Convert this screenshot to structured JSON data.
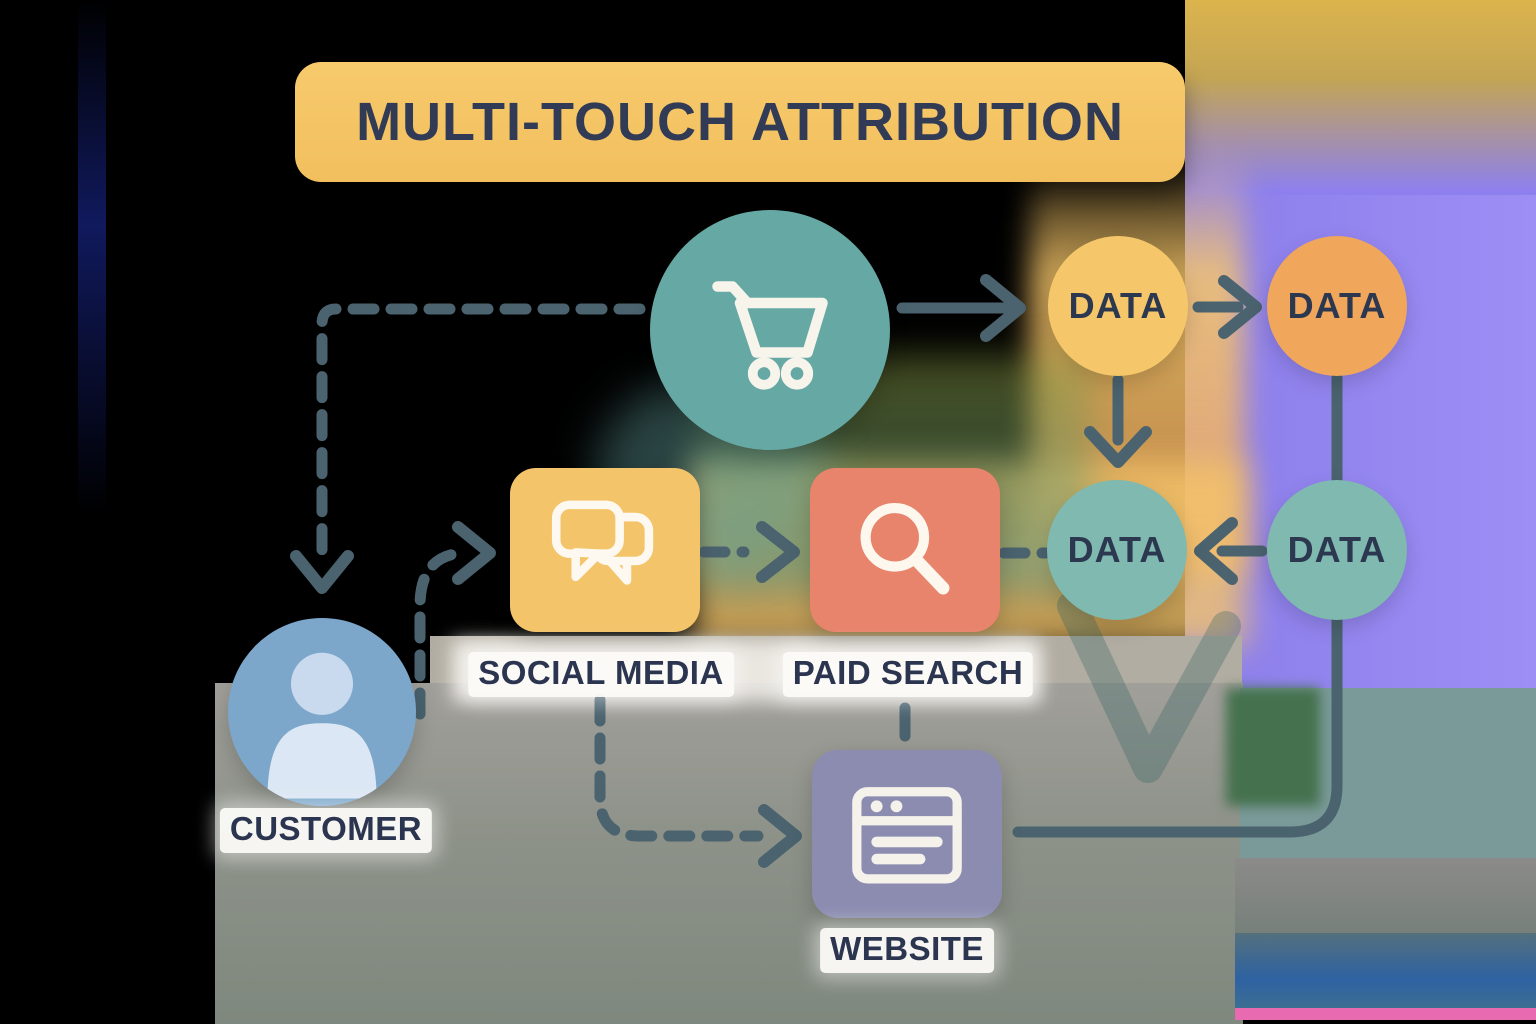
{
  "diagram": {
    "title": "MULTI-TOUCH ATTRIBUTION",
    "touchpoints": {
      "cart": {
        "icon": "shopping-cart-icon",
        "color": "#66a8a4"
      },
      "customer": {
        "label": "CUSTOMER",
        "icon": "person-icon",
        "color": "#7ca7cb"
      },
      "social_media": {
        "label": "SOCIAL MEDIA",
        "icon": "chat-bubbles-icon",
        "color": "#f4c46a"
      },
      "paid_search": {
        "label": "PAID SEARCH",
        "icon": "search-icon",
        "color": "#e8846c"
      },
      "website": {
        "label": "WEBSITE",
        "icon": "browser-window-icon",
        "color": "#8b8cb0"
      }
    },
    "data_nodes": [
      {
        "label": "DATA",
        "color": "#f6c76a"
      },
      {
        "label": "DATA",
        "color": "#f0a65b"
      },
      {
        "label": "DATA",
        "color": "#7fb9b0"
      },
      {
        "label": "DATA",
        "color": "#7fb9b0"
      }
    ],
    "connector_color": "#4a636f",
    "flows": {
      "dashed": [
        "cart to customer",
        "customer to social media",
        "social media to paid search",
        "paid search to data",
        "social media to website"
      ],
      "solid": [
        "cart to data",
        "data to data right",
        "data to data down",
        "data to data left",
        "paid search to website",
        "website to data"
      ]
    }
  }
}
